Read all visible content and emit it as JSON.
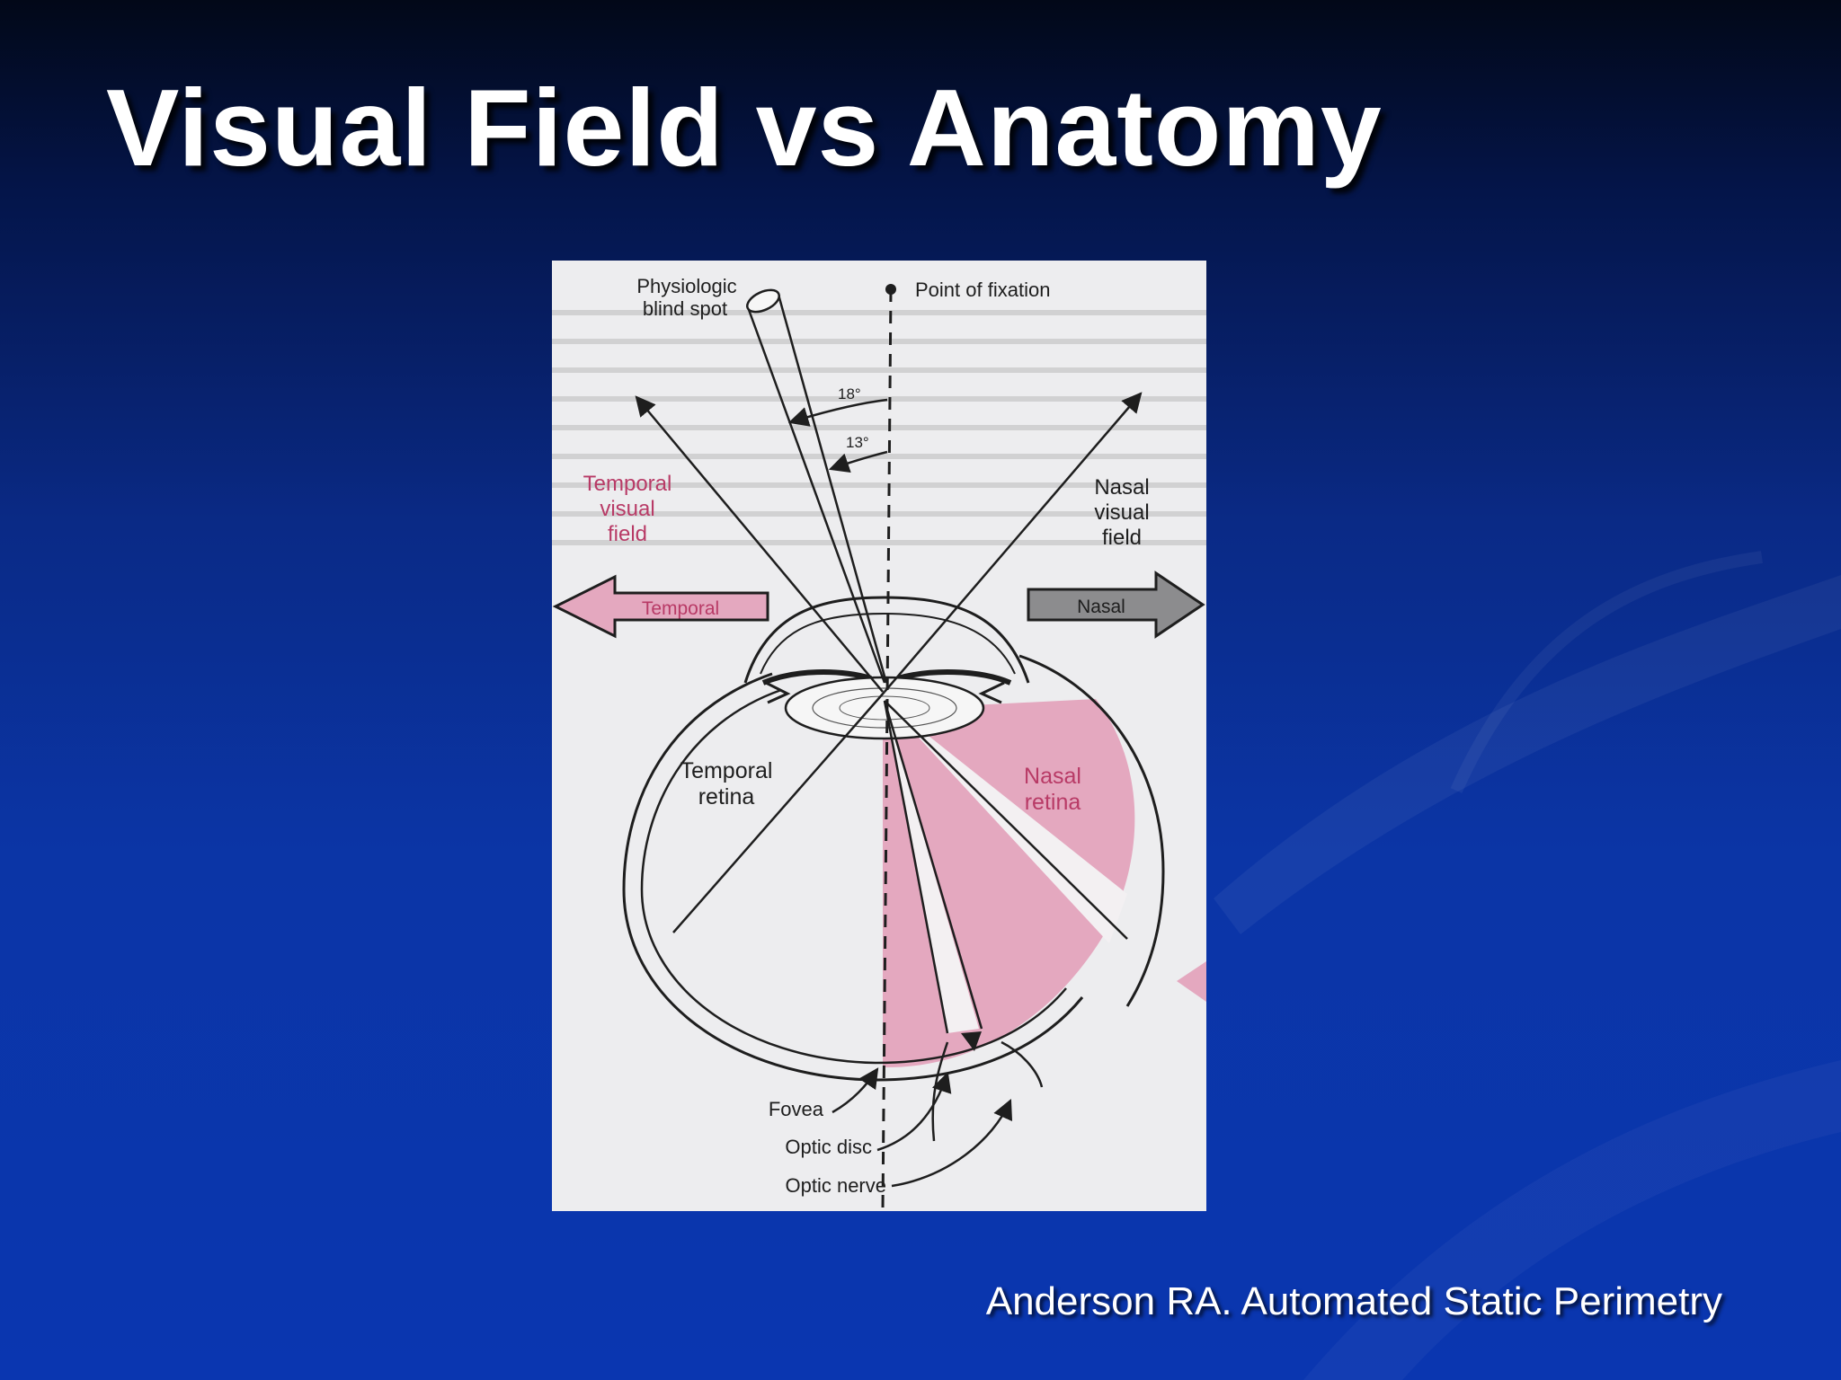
{
  "slide": {
    "title": "Visual Field vs Anatomy",
    "citation": "Anderson RA. Automated Static Perimetry"
  },
  "figure": {
    "labels": {
      "blind_spot_1": "Physiologic",
      "blind_spot_2": "blind spot",
      "fixation": "Point of fixation",
      "angle_18": "18°",
      "angle_13": "13°",
      "temporal_field_1": "Temporal",
      "temporal_field_2": "visual",
      "temporal_field_3": "field",
      "nasal_field_1": "Nasal",
      "nasal_field_2": "visual",
      "nasal_field_3": "field",
      "temporal_arrow": "Temporal",
      "nasal_arrow": "Nasal",
      "temporal_retina_1": "Temporal",
      "temporal_retina_2": "retina",
      "nasal_retina_1": "Nasal",
      "nasal_retina_2": "retina",
      "fovea": "Fovea",
      "optic_disc": "Optic disc",
      "optic_nerve": "Optic nerve"
    },
    "colors": {
      "pink": "#e4a8bf",
      "pink_text": "#b83a66",
      "gray_arrow": "#8c8c8e",
      "paper": "#ededef",
      "ink": "#1e1e1e"
    }
  }
}
